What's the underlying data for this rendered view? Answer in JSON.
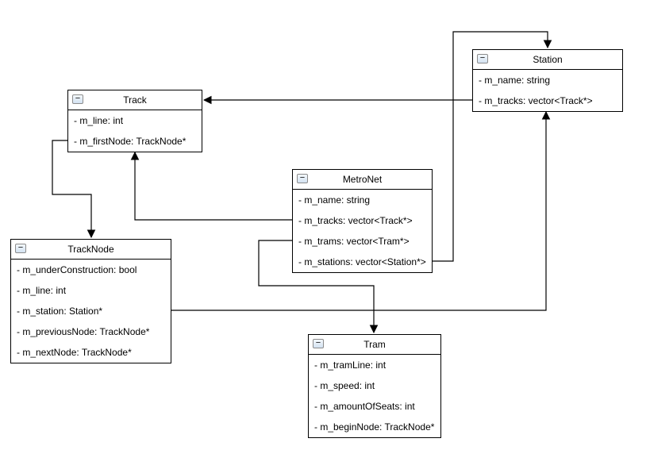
{
  "diagram": {
    "type": "uml-class-diagram",
    "background_color": "#ffffff",
    "stroke_color": "#000000",
    "text_color": "#000000",
    "icons": {
      "collapse_glyph": "−",
      "collapse_fill": "#dce8f6",
      "collapse_border": "#8c8c8c"
    },
    "classes": {
      "station": {
        "title": "Station",
        "attributes": [
          "- m_name: string",
          "- m_tracks: vector<Track*>"
        ]
      },
      "track": {
        "title": "Track",
        "attributes": [
          "- m_line: int",
          "- m_firstNode: TrackNode*"
        ]
      },
      "metronet": {
        "title": "MetroNet",
        "attributes": [
          "- m_name: string",
          "- m_tracks: vector<Track*>",
          "- m_trams: vector<Tram*>",
          "- m_stations: vector<Station*>"
        ]
      },
      "tracknode": {
        "title": "TrackNode",
        "attributes": [
          "- m_underConstruction: bool",
          "- m_line: int",
          "- m_station: Station*",
          "- m_previousNode: TrackNode*",
          "- m_nextNode: TrackNode*"
        ]
      },
      "tram": {
        "title": "Tram",
        "attributes": [
          "- m_tramLine: int",
          "- m_speed: int",
          "- m_amountOfSeats: int",
          "- m_beginNode: TrackNode*"
        ]
      }
    },
    "relations": [
      {
        "from": "MetroNet.m_stations",
        "to": "Station",
        "style": "orthogonal-arrow"
      },
      {
        "from": "MetroNet.m_tracks",
        "to": "Track",
        "style": "orthogonal-arrow"
      },
      {
        "from": "MetroNet.m_trams",
        "to": "Tram",
        "style": "orthogonal-arrow"
      },
      {
        "from": "Station.m_tracks",
        "to": "Track",
        "style": "orthogonal-arrow"
      },
      {
        "from": "Track.m_firstNode",
        "to": "TrackNode",
        "style": "orthogonal-arrow"
      },
      {
        "from": "TrackNode.m_station",
        "to": "Station",
        "style": "orthogonal-arrow"
      }
    ]
  }
}
